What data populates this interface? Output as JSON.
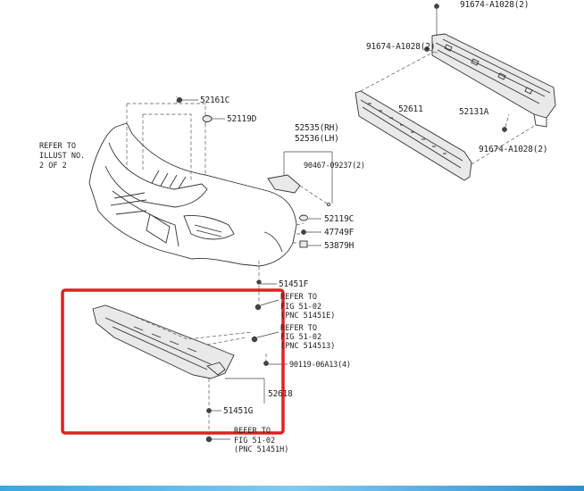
{
  "parts": {
    "p91674_top": "91674-A1028(2)",
    "p91674_left": "91674-A1028(2)",
    "p91674_right": "91674-A1028(2)",
    "p52161c": "52161C",
    "p52119d": "52119D",
    "p52535": "52535(RH)",
    "p52536": "52536(LH)",
    "p52611": "52611",
    "p52131a": "52131A",
    "p90467": "90467-09237(2)",
    "p52119c": "52119C",
    "p47749f": "47749F",
    "p53879h": "53879H",
    "p51451f": "51451F",
    "p90119": "90119-06A13(4)",
    "p52618": "52618",
    "p51451g": "51451G"
  },
  "refer_illus": {
    "line1": "REFER TO",
    "line2": "ILLUST NO.",
    "line3": "2 OF 2"
  },
  "ref1": {
    "line1": "REFER TO",
    "line2": "FIG 51-02",
    "line3": "(PNC 51451E)"
  },
  "ref2": {
    "line1": "REFER TO",
    "line2": "FIG 51-02",
    "line3": "(PNC 514513)"
  },
  "ref3": {
    "line1": "REFER TO",
    "line2": "FIG 51-02",
    "line3": "(PNC 51451H)"
  },
  "highlight_color": "#e02020"
}
